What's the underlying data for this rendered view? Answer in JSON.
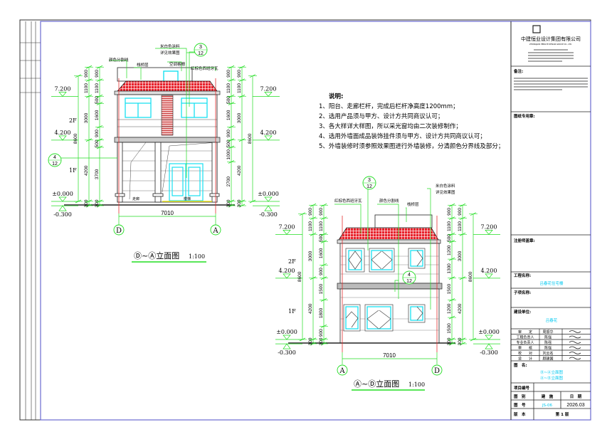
{
  "notes": {
    "title": "说明:",
    "items": [
      "1、阳台、走廊栏杆，完成后栏杆净高度1200mm；",
      "2、选用产品须与甲方、设计方共同商议认可；",
      "3、各大样详大样图，所以采光窗均由二次装修制作；",
      "4、选用外墙面成品装饰挂件须与甲方、设计方共同商议认可；",
      "5、外墙装修时须参照效果图进行外墙装修，分清颜色分界线及部分；"
    ]
  },
  "elevation_left": {
    "title": "Ⓓ~Ⓐ立面图",
    "scale": "1:100",
    "axis_left": "D",
    "axis_right": "A",
    "width_dim": "7010",
    "levels": [
      "7.200",
      "4.200",
      "±0.000",
      "-0.300"
    ],
    "floors": [
      "2F",
      "1F"
    ],
    "callout_top": {
      "num": "3",
      "sheet": "12"
    },
    "callout_side": {
      "num": "4",
      "sheet": "12"
    },
    "labels": {
      "color_line": "颜色分割线",
      "parapet": "栈桥层",
      "coating": "米白色涂料",
      "see_render": "详见效果图",
      "ac_panel": "空调格栅",
      "roof_tile": "红棕色西班牙瓦",
      "corridor": "走廊",
      "stair": "楼梯"
    },
    "dims_left": [
      [
        "900",
        "1100",
        "500",
        "1600",
        "900",
        "500",
        "3700",
        "300"
      ],
      [
        "900",
        "1100",
        "3000",
        "4200",
        "300"
      ],
      [
        "8600"
      ]
    ],
    "dims_right": [
      [
        "900",
        "1100",
        "500",
        "1600",
        "900",
        "500",
        "1000",
        "2700",
        "300"
      ],
      [
        "900",
        "1100",
        "3000",
        "4200",
        "300"
      ],
      [
        "8600"
      ]
    ]
  },
  "elevation_right": {
    "title": "Ⓐ~Ⓓ立面图",
    "scale": "1:100",
    "axis_left": "A",
    "axis_right": "D",
    "width_dim": "7010",
    "levels": [
      "7.200",
      "4.200",
      "±0.000",
      "-0.300"
    ],
    "floors": [
      "2F",
      "1F"
    ],
    "callout_top": {
      "num": "3",
      "sheet": "12"
    },
    "callout_side": {
      "num": "4",
      "sheet": "12"
    },
    "labels": {
      "roof_tile": "红棕色西班牙瓦",
      "color_line": "颜色分割线",
      "parapet": "栈桥层",
      "coating": "米白色涂料",
      "see_render": "详见效果图"
    },
    "dims_left": [
      [
        "900",
        "1100",
        "500",
        "1600",
        "900",
        "1500",
        "1800",
        "900",
        "300"
      ],
      [
        "900",
        "1100",
        "3000",
        "4200",
        "300"
      ],
      [
        "8600"
      ]
    ],
    "dims_right": [
      [
        "900",
        "1100",
        "500",
        "1200",
        "1300",
        "1500",
        "1200",
        "1500",
        "300"
      ],
      [
        "900",
        "1100",
        "3000",
        "4200",
        "300"
      ],
      [
        "8600"
      ]
    ]
  },
  "title_block": {
    "company": "中建恒业设计集团有限公司",
    "company_en": "ZHONGJIAN HENGYE DESIGN GROUP CO., LTD.",
    "remarks_label": "备注:",
    "stamp_label": "图纸专用章:",
    "reg_label": "注册师盖章:",
    "project_label": "工程名称:",
    "project_value": "吕春花住宅楼",
    "subitem_label": "子项名称:",
    "client_label": "建设单位:",
    "client_value": "吕春花",
    "signoffs": [
      {
        "role": "审　　定",
        "name": "周振华"
      },
      {
        "role": "工程负责人",
        "name": "陈强"
      },
      {
        "role": "专业负责人",
        "name": "陈强"
      },
      {
        "role": "审　　核",
        "name": "陈强"
      },
      {
        "role": "校　　对",
        "name": "刘云名"
      },
      {
        "role": "设　　计",
        "name": "顾建国"
      }
    ],
    "drawing_label": "图　名:",
    "drawing_names": [
      "Ⓓ~Ⓐ立面图",
      "Ⓐ~Ⓓ立面图"
    ],
    "project_no_label": "项目编号",
    "category_label": "图　别",
    "category_value": "建　施",
    "date_label": "日　期",
    "number_label": "图　号",
    "number_value": "JS-06",
    "date_value": "2026.03",
    "version_label": "版　本",
    "version_value": "第 1 版"
  },
  "colors": {
    "dim": "#22dd22",
    "axis": "#e53030",
    "glass": "#18e0f0",
    "tile": "#e8222c",
    "accent": "#00c8f0"
  }
}
